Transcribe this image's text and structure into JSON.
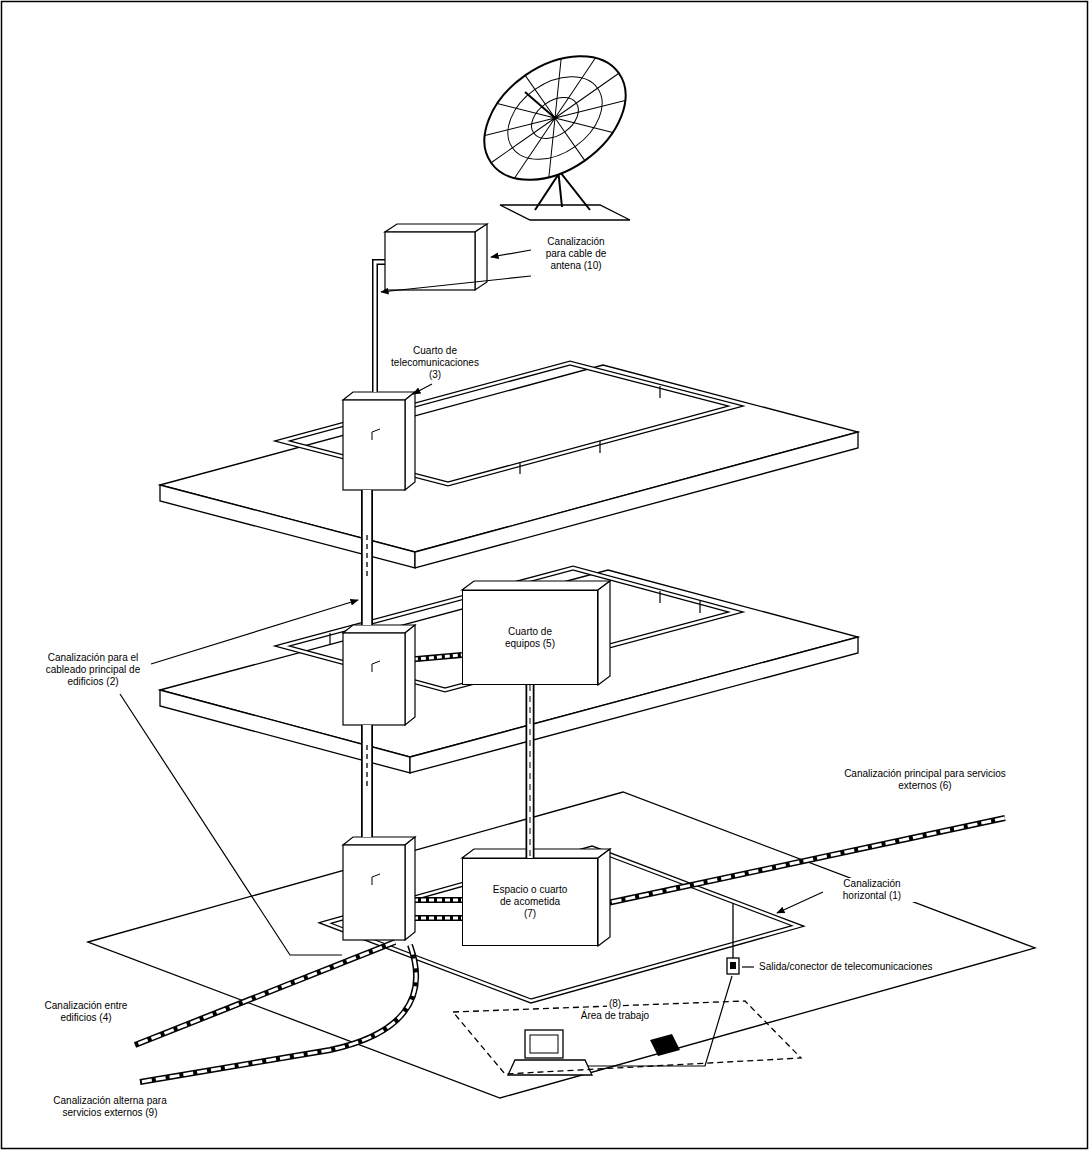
{
  "diagram": {
    "nodes": [
      {
        "text": [
          "Cuarto de equipos (5)"
        ]
      },
      {
        "text": [
          "Espacio o cuarto de acometida (7)"
        ]
      },
      {
        "text": [
          "(8)",
          "Área de trabajo"
        ]
      }
    ],
    "edges": [
      {
        "from": 0,
        "to": 1,
        "arrow": "none"
      }
    ],
    "labels": [
      "Canalización para cable de antena (10)",
      "Cuarto de telecomunicaciones (3)",
      "Canalización para el cableado principal de edificios (2)",
      "Canalización principal para servicios externos (6)",
      "Canalización horizontal (1)",
      "Salida/conector de telecomunicaciones",
      "Canalización entre edificios (4)",
      "Canalización alterna para servicios externos (9)"
    ]
  }
}
